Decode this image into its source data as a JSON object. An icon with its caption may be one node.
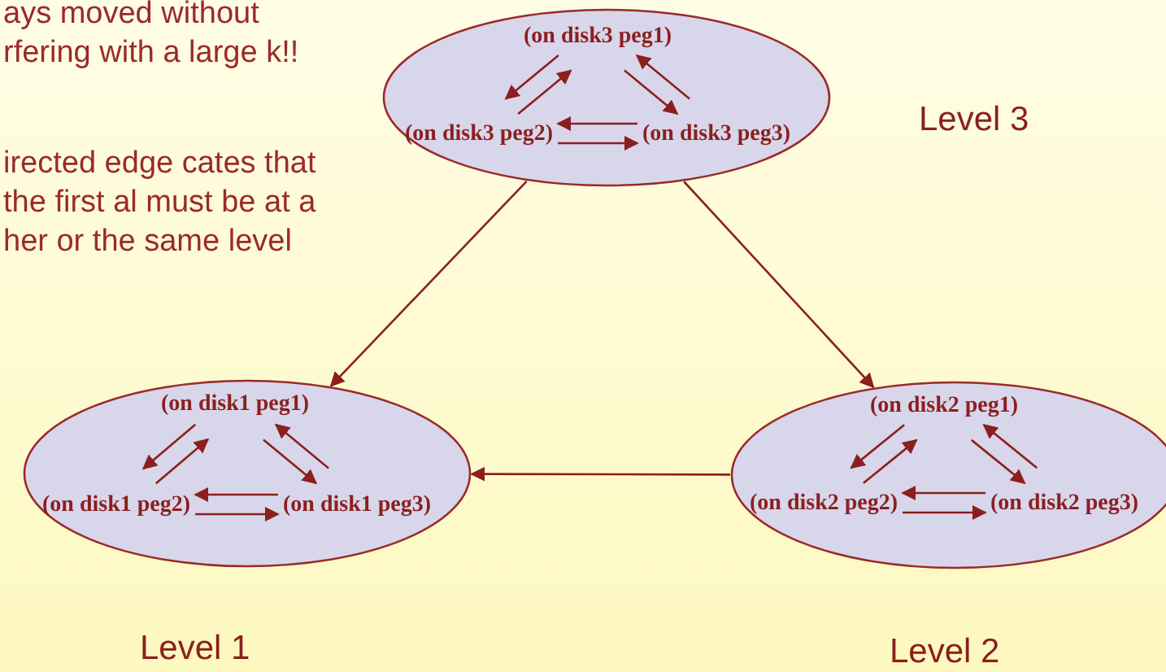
{
  "diagram": {
    "nodes": [
      {
        "text": [],
        "shape": "ellipse",
        "beside": [
          "Level 3"
        ]
      },
      {
        "text": [
          "(on disk3 peg1)"
        ],
        "in": 0
      },
      {
        "text": [
          "(on disk3 peg2)"
        ],
        "in": 0
      },
      {
        "text": [
          "(on disk3 peg3)"
        ],
        "in": 0
      },
      {
        "text": [],
        "shape": "ellipse",
        "beside": [
          "Level 1"
        ]
      },
      {
        "text": [
          "(on disk1 peg1)"
        ],
        "in": 4
      },
      {
        "text": [
          "(on disk1 peg2)"
        ],
        "in": 4
      },
      {
        "text": [
          "(on disk1 peg3)"
        ],
        "in": 4
      },
      {
        "text": [],
        "shape": "ellipse",
        "beside": [
          "Level 2"
        ]
      },
      {
        "text": [
          "(on disk2 peg1)"
        ],
        "in": 8
      },
      {
        "text": [
          "(on disk2 peg2)"
        ],
        "in": 8
      },
      {
        "text": [
          "(on disk2 peg3)"
        ],
        "in": 8
      }
    ],
    "edges": [
      {
        "from": 2,
        "to": 1,
        "arrow": "to"
      },
      {
        "from": 1,
        "to": 2,
        "arrow": "to"
      },
      {
        "from": 1,
        "to": 3,
        "arrow": "to"
      },
      {
        "from": 3,
        "to": 1,
        "arrow": "to"
      },
      {
        "from": 3,
        "to": 2,
        "arrow": "to"
      },
      {
        "from": 2,
        "to": 3,
        "arrow": "to"
      },
      {
        "from": 6,
        "to": 5,
        "arrow": "to"
      },
      {
        "from": 5,
        "to": 6,
        "arrow": "to"
      },
      {
        "from": 5,
        "to": 7,
        "arrow": "to"
      },
      {
        "from": 7,
        "to": 5,
        "arrow": "to"
      },
      {
        "from": 7,
        "to": 6,
        "arrow": "to"
      },
      {
        "from": 6,
        "to": 7,
        "arrow": "to"
      },
      {
        "from": 10,
        "to": 9,
        "arrow": "to"
      },
      {
        "from": 9,
        "to": 10,
        "arrow": "to"
      },
      {
        "from": 9,
        "to": 11,
        "arrow": "to"
      },
      {
        "from": 11,
        "to": 9,
        "arrow": "to"
      },
      {
        "from": 11,
        "to": 10,
        "arrow": "to"
      },
      {
        "from": 10,
        "to": 11,
        "arrow": "to"
      },
      {
        "from": 0,
        "to": 4,
        "arrow": "to"
      },
      {
        "from": 0,
        "to": 8,
        "arrow": "to"
      },
      {
        "from": 8,
        "to": 4,
        "arrow": "to"
      }
    ],
    "labels": [
      "ays moved without rfering with a large k!!",
      "irected edge cates that the first al must be at a her or the same level"
    ]
  }
}
